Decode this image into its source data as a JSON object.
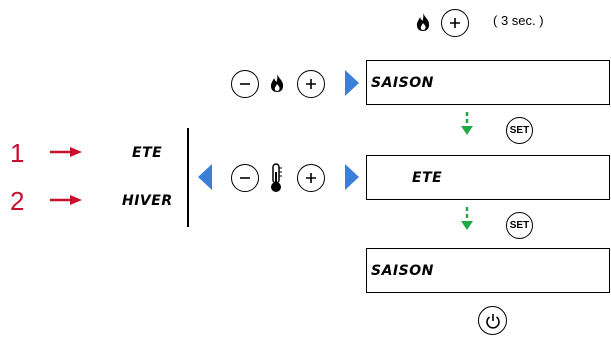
{
  "top_hint": {
    "text": "( 3 sec. )"
  },
  "displays": [
    {
      "text": "SAISON"
    },
    {
      "text": "ETE"
    },
    {
      "text": "SAISON"
    }
  ],
  "set_buttons": [
    {
      "label": "SET"
    },
    {
      "label": "SET"
    }
  ],
  "options": [
    {
      "number": "1",
      "label": "ETE"
    },
    {
      "number": "2",
      "label": "HIVER"
    }
  ],
  "icons": {
    "flame": "flame-icon",
    "thermometer": "thermometer-icon",
    "plus": "plus-button-icon",
    "minus": "minus-button-icon",
    "power": "power-icon"
  },
  "colors": {
    "arrow_blue": "#3b7fd9",
    "arrow_green": "#22a845",
    "arrow_red": "#c8102e"
  }
}
